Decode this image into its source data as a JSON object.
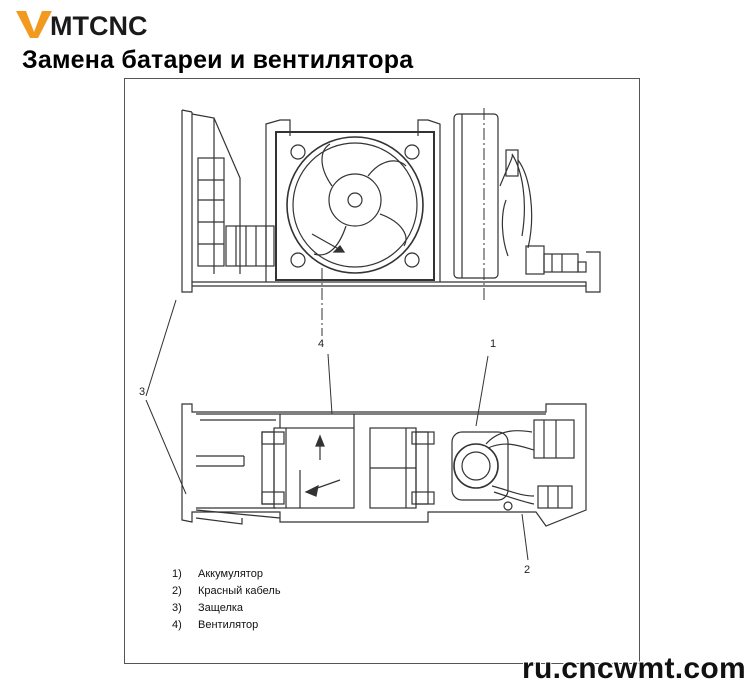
{
  "header": {
    "logo_text": "VMTCNC",
    "logo_color": "#f29a1f",
    "title": "Замена батареи и вентилятора"
  },
  "diagram": {
    "callouts": [
      "1",
      "2",
      "3",
      "4"
    ],
    "legend": [
      {
        "num": "1)",
        "label": "Аккумулятор"
      },
      {
        "num": "2)",
        "label": "Красный кабель"
      },
      {
        "num": "3)",
        "label": "Защелка"
      },
      {
        "num": "4)",
        "label": "Вентилятор"
      }
    ]
  },
  "footer": {
    "watermark": "ru.cncwmt.com"
  }
}
